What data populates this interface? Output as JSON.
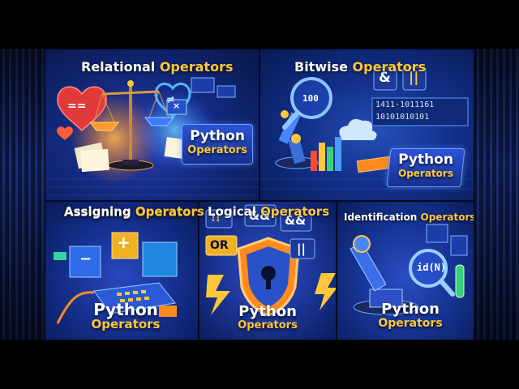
{
  "panels": {
    "relational": {
      "title_main": "Relational",
      "title_highlight": "Operators",
      "brand_line1": "Python",
      "brand_line2": "Operators",
      "glyph_eq": "==",
      "glyph_ne": "≠",
      "glyph_x": "×"
    },
    "bitwise": {
      "title_main": "Bitwise",
      "title_highlight": "Operators",
      "brand_line1": "Python",
      "brand_line2": "Operators",
      "glyph_and": "&",
      "glyph_or": "||",
      "binary_line1": "1411·1011161",
      "binary_line2": "10101010101",
      "lens_text": "100"
    },
    "assigning": {
      "title_main": "Assigning",
      "title_highlight": "Operators",
      "brand_line1": "Python",
      "brand_line2": "Operators",
      "glyph_plus": "+",
      "glyph_minus": "−"
    },
    "logical": {
      "title_main": "Logical",
      "title_highlight": "Operators",
      "brand_line1": "Python",
      "brand_line2": "Operators",
      "glyph_not": "!!",
      "glyph_and1": "&&",
      "glyph_and2": "&&",
      "glyph_or_word": "OR",
      "glyph_pipes": "||"
    },
    "identification": {
      "title_main": "Identification",
      "title_highlight": "Operators",
      "brand_line1": "Python",
      "brand_line2": "Operators",
      "lens_text": "id(N)"
    }
  },
  "colors": {
    "highlight": "#ffc83a",
    "title_white": "#ffffff",
    "panel_dark": "#0b1a55",
    "accent_orange": "#ff8a1e",
    "accent_red": "#e23a3a"
  }
}
